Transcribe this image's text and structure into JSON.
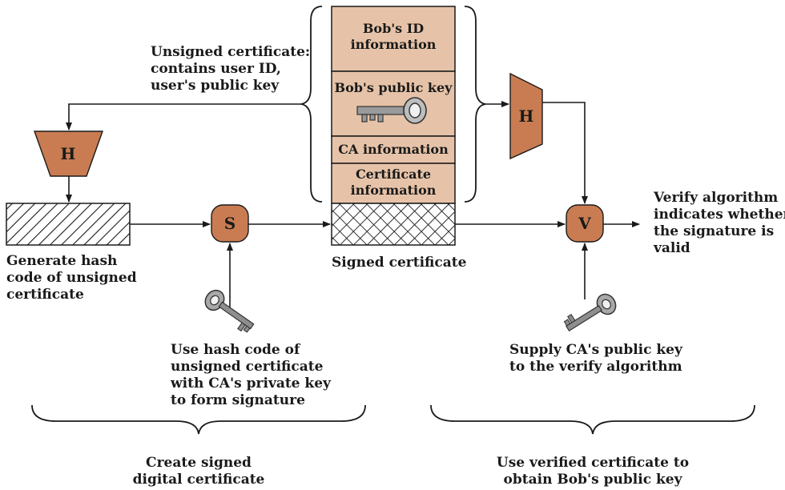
{
  "colors": {
    "box_fill": "#e6c3a8",
    "node_fill": "#c97c52",
    "line": "#1a1a1a"
  },
  "certificate": {
    "field_id": [
      "Bob's ID",
      "information"
    ],
    "field_key": "Bob's public key",
    "field_ca": "CA information",
    "field_cert": [
      "Certificate",
      "information"
    ]
  },
  "labels": {
    "unsigned": [
      "Unsigned certificate:",
      "contains user ID,",
      "user's public key"
    ],
    "hash_code": [
      "Generate hash",
      "code of unsigned",
      "certificate"
    ],
    "signed": "Signed certificate",
    "use_hash": [
      "Use hash code of",
      "unsigned certificate",
      "with CA's private key",
      "to form signature"
    ],
    "verify_result": [
      "Verify algorithm",
      "indicates whether",
      "the signature is",
      "valid"
    ],
    "supply_key": [
      "Supply CA's public key",
      "to the verify algorithm"
    ],
    "create_signed": [
      "Create signed",
      "digital certificate"
    ],
    "use_verified": [
      "Use verified certificate to",
      "obtain Bob's public key"
    ]
  },
  "nodes": {
    "hash_left": "H",
    "hash_right": "H",
    "sign": "S",
    "verify": "V"
  },
  "icons": {
    "cert_key": "key-icon",
    "private_key": "key-icon",
    "public_key": "key-icon"
  }
}
